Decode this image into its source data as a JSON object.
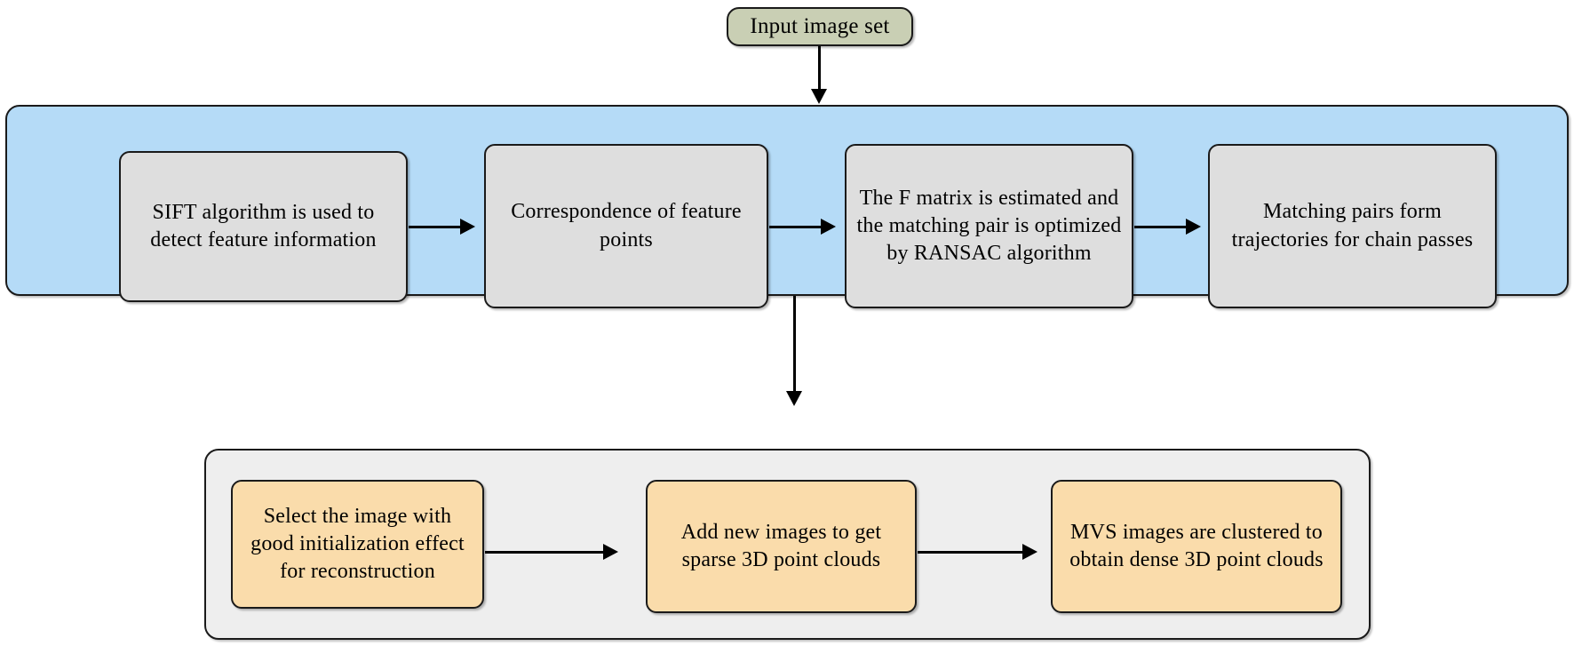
{
  "diagram": {
    "title": "3D reconstruction pipeline flowchart",
    "colors": {
      "start_fill": "#c9cfb4",
      "blue_group_fill": "#b5dbf7",
      "gray_group_fill": "#eeeeee",
      "gray_step_fill": "#dedede",
      "orange_step_fill": "#fadcab",
      "stroke": "#1a1a1a",
      "arrow": "#000000"
    },
    "start": {
      "label": "Input image set"
    },
    "stage_one": {
      "name": "feature-matching-stage",
      "steps": [
        {
          "id": "sift",
          "label": "SIFT algorithm is used  to detect feature information"
        },
        {
          "id": "correspondence",
          "label": "Correspondence of feature points"
        },
        {
          "id": "fmatrix",
          "label": "The F matrix is estimated and the matching pair is optimized by RANSAC algorithm"
        },
        {
          "id": "trajectories",
          "label": "Matching pairs form trajectories for chain passes"
        }
      ]
    },
    "stage_two": {
      "name": "reconstruction-stage",
      "steps": [
        {
          "id": "initialization",
          "label": "Select the image with good initialization effect for reconstruction"
        },
        {
          "id": "sparse-cloud",
          "label": "Add new images to get sparse 3D point clouds"
        },
        {
          "id": "dense-cloud",
          "label": "MVS images are clustered to obtain dense 3D point clouds"
        }
      ]
    },
    "connectors": [
      {
        "id": "start-to-stage-one",
        "type": "vertical-arrow"
      },
      {
        "id": "sift-to-correspondence",
        "type": "horizontal-arrow"
      },
      {
        "id": "correspondence-to-fmatrix",
        "type": "horizontal-arrow"
      },
      {
        "id": "fmatrix-to-trajectories",
        "type": "horizontal-arrow"
      },
      {
        "id": "stage-one-to-stage-two",
        "type": "vertical-arrow"
      },
      {
        "id": "initialization-to-sparse",
        "type": "horizontal-arrow"
      },
      {
        "id": "sparse-to-dense",
        "type": "horizontal-arrow"
      }
    ]
  }
}
